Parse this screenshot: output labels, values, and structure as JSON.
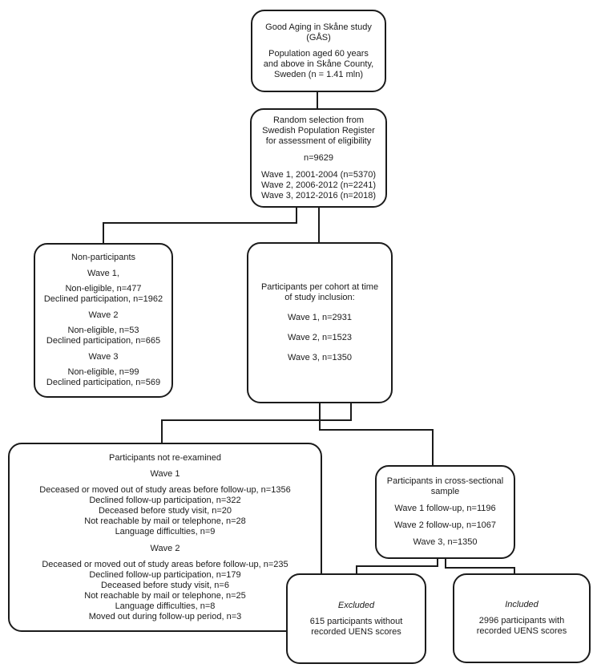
{
  "diagram": {
    "type": "flowchart",
    "colors": {
      "line": "#1b1b1b",
      "text": "#1b1b1b",
      "background": "#ffffff"
    },
    "nodes": {
      "study": {
        "p1": "Good Aging in Skåne study (GÅS)",
        "p2": "Population aged 60 years and above in Skåne County, Sweden (n = 1.41 mln)"
      },
      "selection": {
        "p1": "Random selection from Swedish Population Register for assessment of eligibility",
        "n": "n=9629",
        "waves": [
          "Wave 1, 2001-2004 (n=5370)",
          "Wave 2, 2006-2012 (n=2241)",
          "Wave 3, 2012-2016 (n=2018)"
        ]
      },
      "nonparticipants": {
        "title": "Non-participants",
        "groups": [
          {
            "heading": "Wave 1,",
            "items": [
              "Non-eligible, n=477",
              "Declined participation, n=1962"
            ]
          },
          {
            "heading": "Wave 2",
            "items": [
              "Non-eligible, n=53",
              "Declined participation, n=665"
            ]
          },
          {
            "heading": "Wave 3",
            "items": [
              "Non-eligible, n=99",
              "Declined participation, n=569"
            ]
          }
        ]
      },
      "cohort": {
        "p1": "Participants per cohort at time of study inclusion:",
        "waves": [
          "Wave 1, n=2931",
          "Wave 2, n=1523",
          "Wave 3, n=1350"
        ]
      },
      "not_reexamined": {
        "title": "Participants not re-examined",
        "groups": [
          {
            "heading": "Wave 1",
            "items": [
              "Deceased or moved out of study areas before follow-up, n=1356",
              "Declined follow-up participation, n=322",
              "Deceased before study visit, n=20",
              "Not reachable by mail or telephone, n=28",
              "Language difficulties, n=9"
            ]
          },
          {
            "heading": "Wave 2",
            "items": [
              "Deceased or moved out of study areas before follow-up, n=235",
              "Declined follow-up participation, n=179",
              "Deceased before study visit, n=6",
              "Not reachable by mail or telephone, n=25",
              "Language difficulties, n=8",
              "Moved out during follow-up period, n=3"
            ]
          }
        ]
      },
      "cross_sectional": {
        "p1": "Participants in cross-sectional sample",
        "waves": [
          "Wave 1 follow-up, n=1196",
          "Wave 2 follow-up, n=1067",
          "Wave 3, n=1350"
        ]
      },
      "excluded": {
        "label": "Excluded",
        "text": "615 participants without recorded UENS scores"
      },
      "included": {
        "label": "Included",
        "text": "2996 participants with recorded UENS scores"
      }
    },
    "edges": [
      {
        "from": "study",
        "to": "selection"
      },
      {
        "from": "selection",
        "to": "nonparticipants"
      },
      {
        "from": "selection",
        "to": "cohort"
      },
      {
        "from": "cohort",
        "to": "not_reexamined"
      },
      {
        "from": "cohort",
        "to": "cross_sectional"
      },
      {
        "from": "cross_sectional",
        "to": "excluded"
      },
      {
        "from": "cross_sectional",
        "to": "included"
      }
    ]
  }
}
